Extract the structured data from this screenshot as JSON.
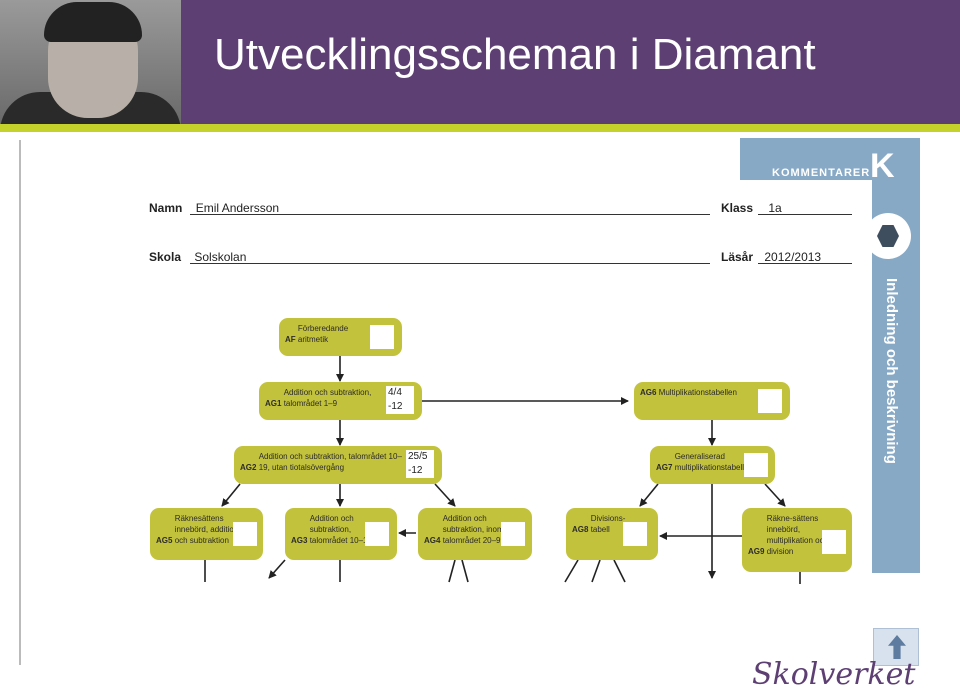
{
  "slide": {
    "title": "Utvecklingsscheman i Diamant"
  },
  "sidebar": {
    "kommentarer": "KOMMENTARER",
    "letter": "K",
    "section": "Inledning och beskrivning"
  },
  "form": {
    "name_label": "Namn",
    "name_value": "Emil Andersson",
    "class_label": "Klass",
    "class_value": "1a",
    "school_label": "Skola",
    "school_value": "Solskolan",
    "year_label": "Läsår",
    "year_value": "2012/2013"
  },
  "diagram": {
    "nodes": {
      "AF": {
        "code": "AF",
        "text": "Förberedande aritmetik"
      },
      "AG1": {
        "code": "AG1",
        "text": "Addition och subtraktion, talområdet 1–9",
        "score1": "4/4",
        "score2": "-12"
      },
      "AG2": {
        "code": "AG2",
        "text": "Addition och subtraktion, talområdet 10–19, utan tiotalsövergång",
        "score1": "25/5",
        "score2": "-12"
      },
      "AG3": {
        "code": "AG3",
        "text": "Addition och subtraktion, talområdet 10–19"
      },
      "AG4": {
        "code": "AG4",
        "text": "Addition och subtraktion, inom talområdet 20–99"
      },
      "AG5": {
        "code": "AG5",
        "text": "Räknesättens innebörd, addition och subtraktion"
      },
      "AG6": {
        "code": "AG6",
        "text": "Multiplikationstabellen"
      },
      "AG7": {
        "code": "AG7",
        "text": "Generaliserad multiplikationstabell"
      },
      "AG8": {
        "code": "AG8",
        "text": "Divisions-tabell"
      },
      "AG9": {
        "code": "AG9",
        "text": "Räkne-sättens innebörd, multiplikation och division"
      }
    }
  },
  "footer": {
    "logo": "Skolverket"
  },
  "colors": {
    "header": "#5e3f74",
    "accent_line": "#c5d22c",
    "node": "#c3c23c",
    "sidebar": "#87a9c6"
  },
  "icons": [
    "person-photo",
    "gear-icon",
    "arrow-up-icon"
  ]
}
